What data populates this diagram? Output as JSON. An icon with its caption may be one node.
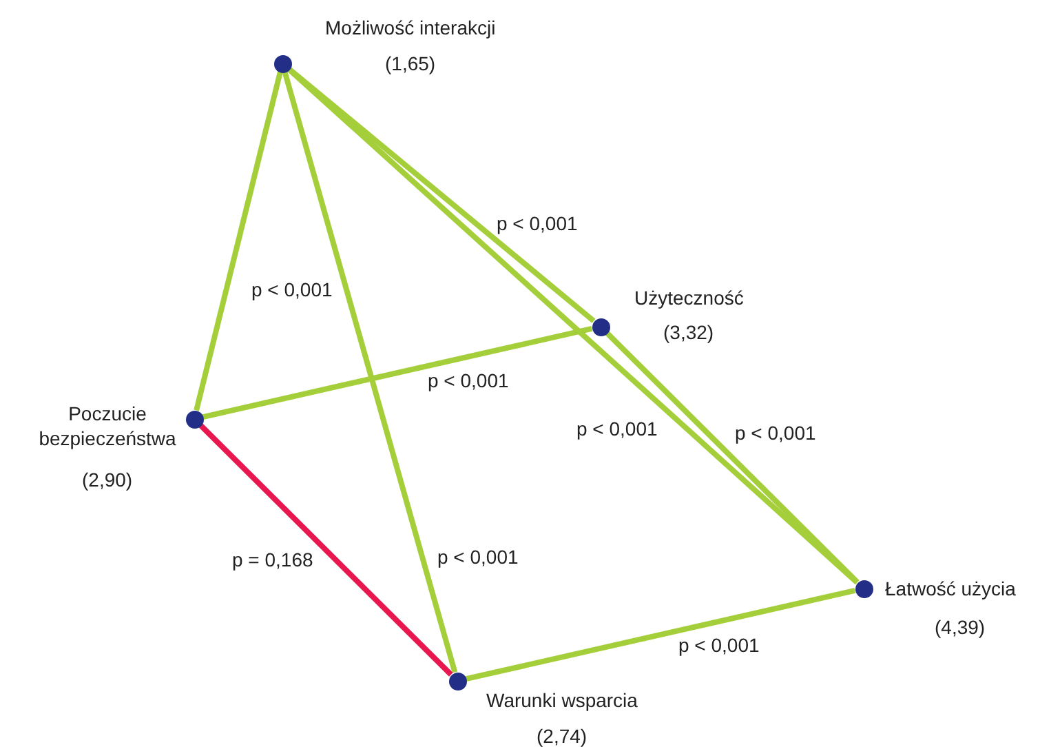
{
  "diagram": {
    "nodes": [
      {
        "text": [],
        "shape": "circle",
        "beside": [
          "Możliwość interakcji",
          "(1,65)"
        ]
      },
      {
        "text": [],
        "shape": "circle",
        "beside": [
          "Użyteczność",
          "(3,32)"
        ]
      },
      {
        "text": [],
        "shape": "circle",
        "beside": [
          "Poczucie bezpieczeństwa",
          "(2,90)"
        ]
      },
      {
        "text": [],
        "shape": "circle",
        "beside": [
          "Łatwość użycia",
          "(4,39)"
        ]
      },
      {
        "text": [],
        "shape": "circle",
        "beside": [
          "Warunki wsparcia",
          "(2,74)"
        ]
      }
    ],
    "edges": [
      {
        "from": 0,
        "to": 2,
        "arrow": "none",
        "label": "p < 0,001"
      },
      {
        "from": 0,
        "to": 4,
        "arrow": "none",
        "label": "p < 0,001"
      },
      {
        "from": 0,
        "to": 1,
        "arrow": "none",
        "label": "p < 0,001"
      },
      {
        "from": 0,
        "to": 3,
        "arrow": "none",
        "label": "p < 0,001"
      },
      {
        "from": 1,
        "to": 3,
        "arrow": "none",
        "label": "p < 0,001"
      },
      {
        "from": 2,
        "to": 1,
        "arrow": "none",
        "label": "p < 0,001"
      },
      {
        "from": 2,
        "to": 4,
        "arrow": "none",
        "label": "p = 0,168",
        "color": "#e8174f"
      },
      {
        "from": 4,
        "to": 3,
        "arrow": "none",
        "label": "p < 0,001"
      }
    ]
  }
}
